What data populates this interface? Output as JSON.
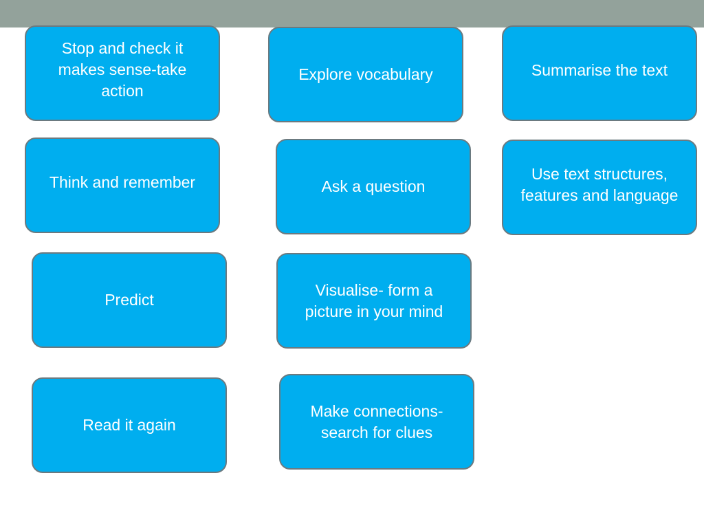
{
  "colors": {
    "header_bar": "#93a29b",
    "card_fill": "#00aeef",
    "card_border": "#6b7a80",
    "card_text": "#ffffff",
    "background": "#ffffff"
  },
  "cards": {
    "stop_and_check": "Stop and check it makes sense-take action",
    "explore_vocabulary": "Explore vocabulary",
    "summarise": "Summarise the text",
    "think_and_remember": "Think and remember",
    "ask_question": "Ask a question",
    "text_structures": "Use text structures, features and language",
    "predict": "Predict",
    "visualise": "Visualise- form a picture in your mind",
    "read_again": "Read it again",
    "make_connections": "Make connections- search for clues"
  }
}
